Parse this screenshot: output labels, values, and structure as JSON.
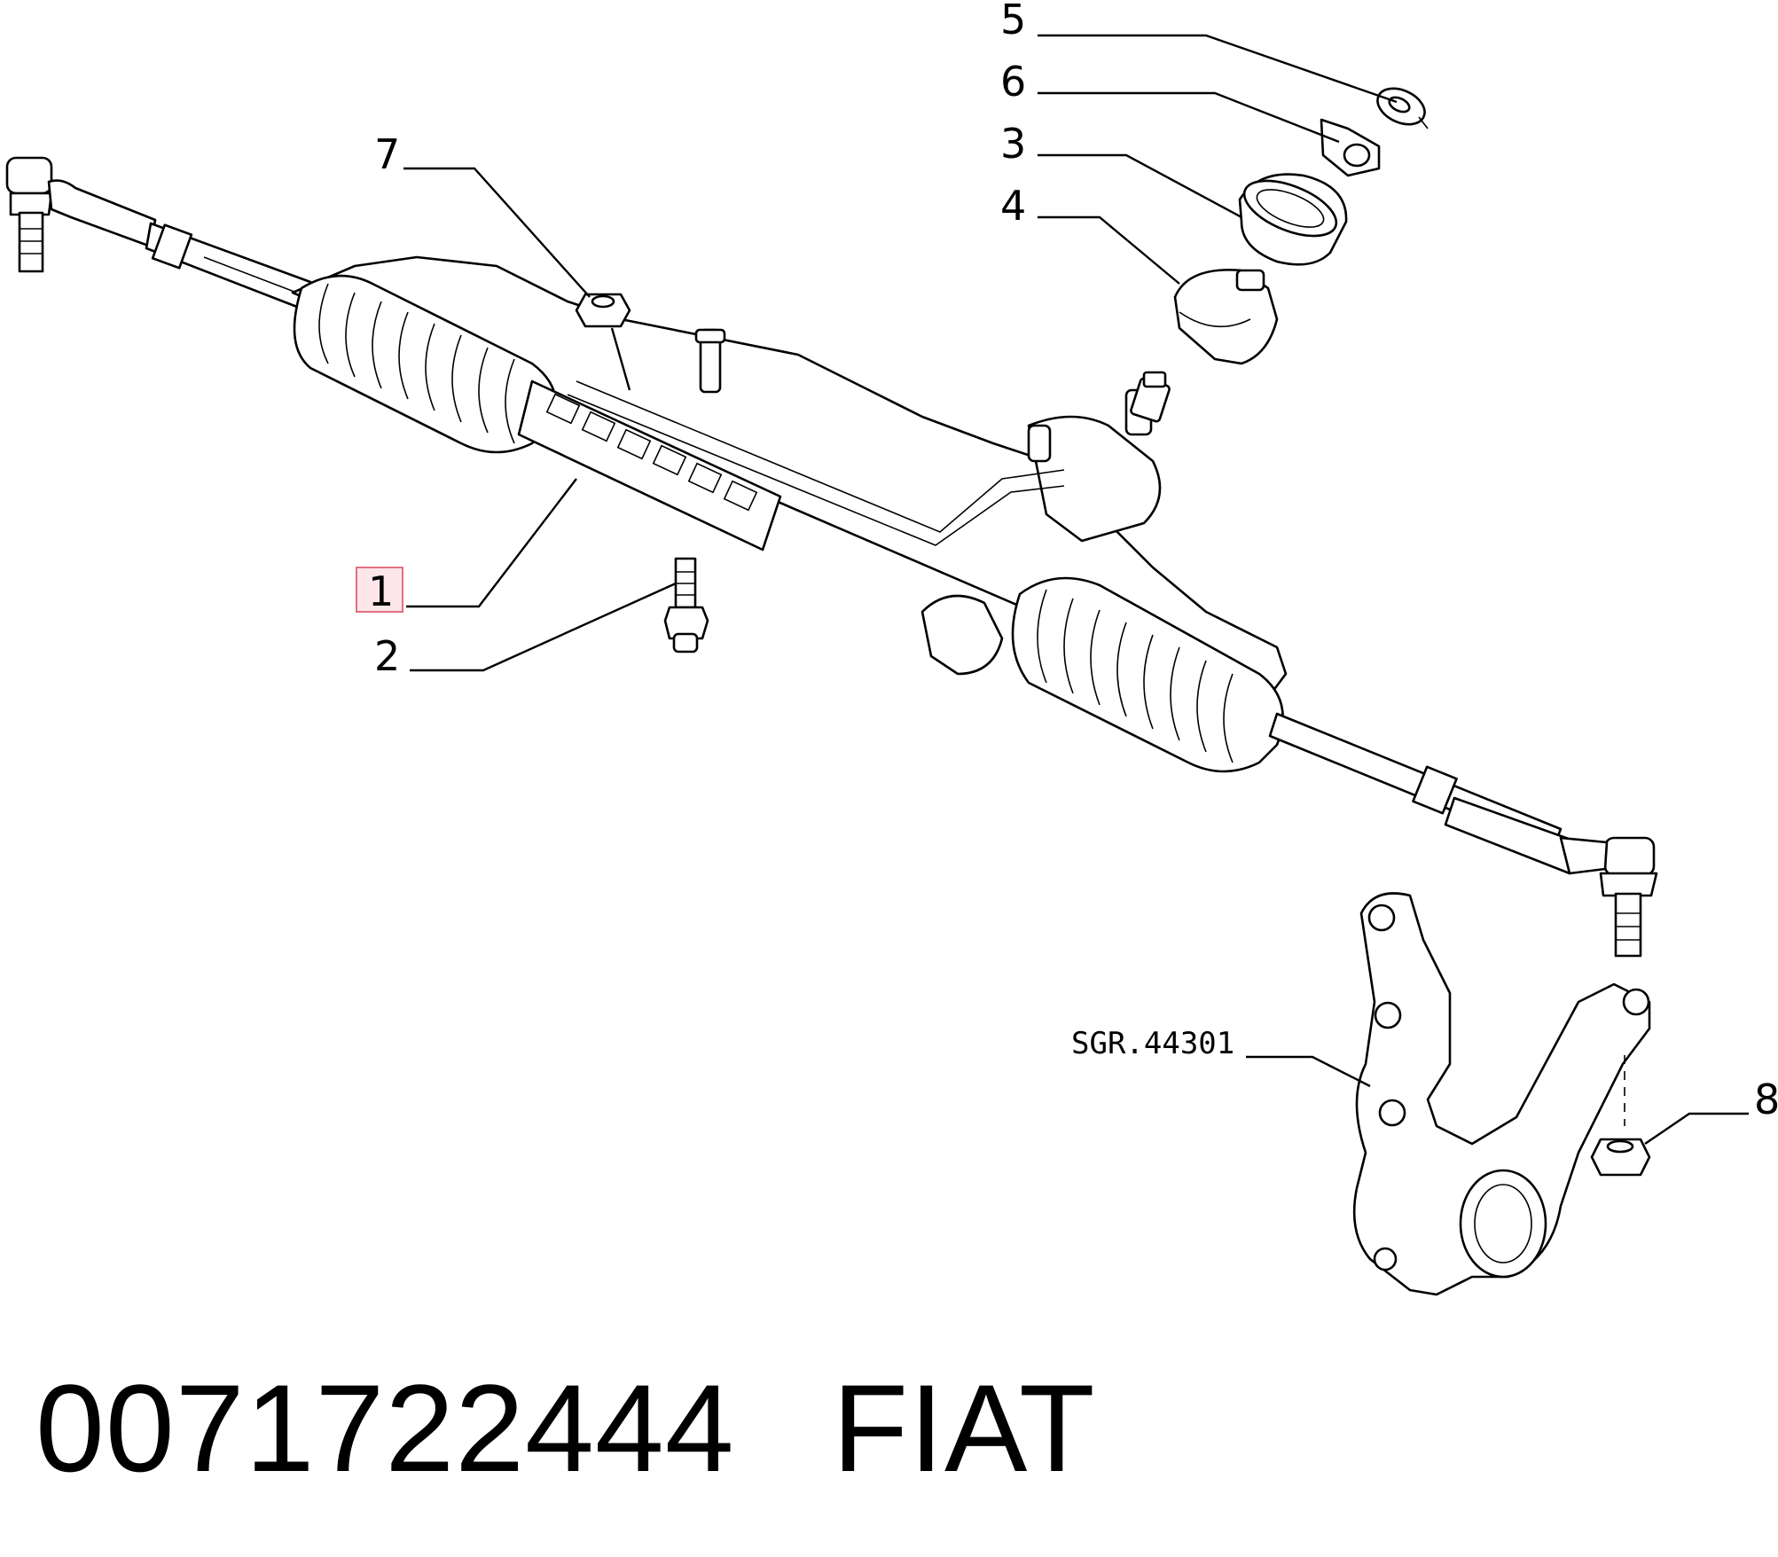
{
  "callouts": {
    "c1": "1",
    "c2": "2",
    "c3": "3",
    "c4": "4",
    "c5": "5",
    "c6": "6",
    "c7": "7",
    "c8": "8",
    "ref": "SGR.44301"
  },
  "highlighted_callout": "1",
  "footer": {
    "part_number": "0071722444",
    "brand": "FIAT"
  },
  "colors": {
    "highlight_fill": "#fde6ea",
    "highlight_border": "#e0707f",
    "line": "#000000"
  }
}
